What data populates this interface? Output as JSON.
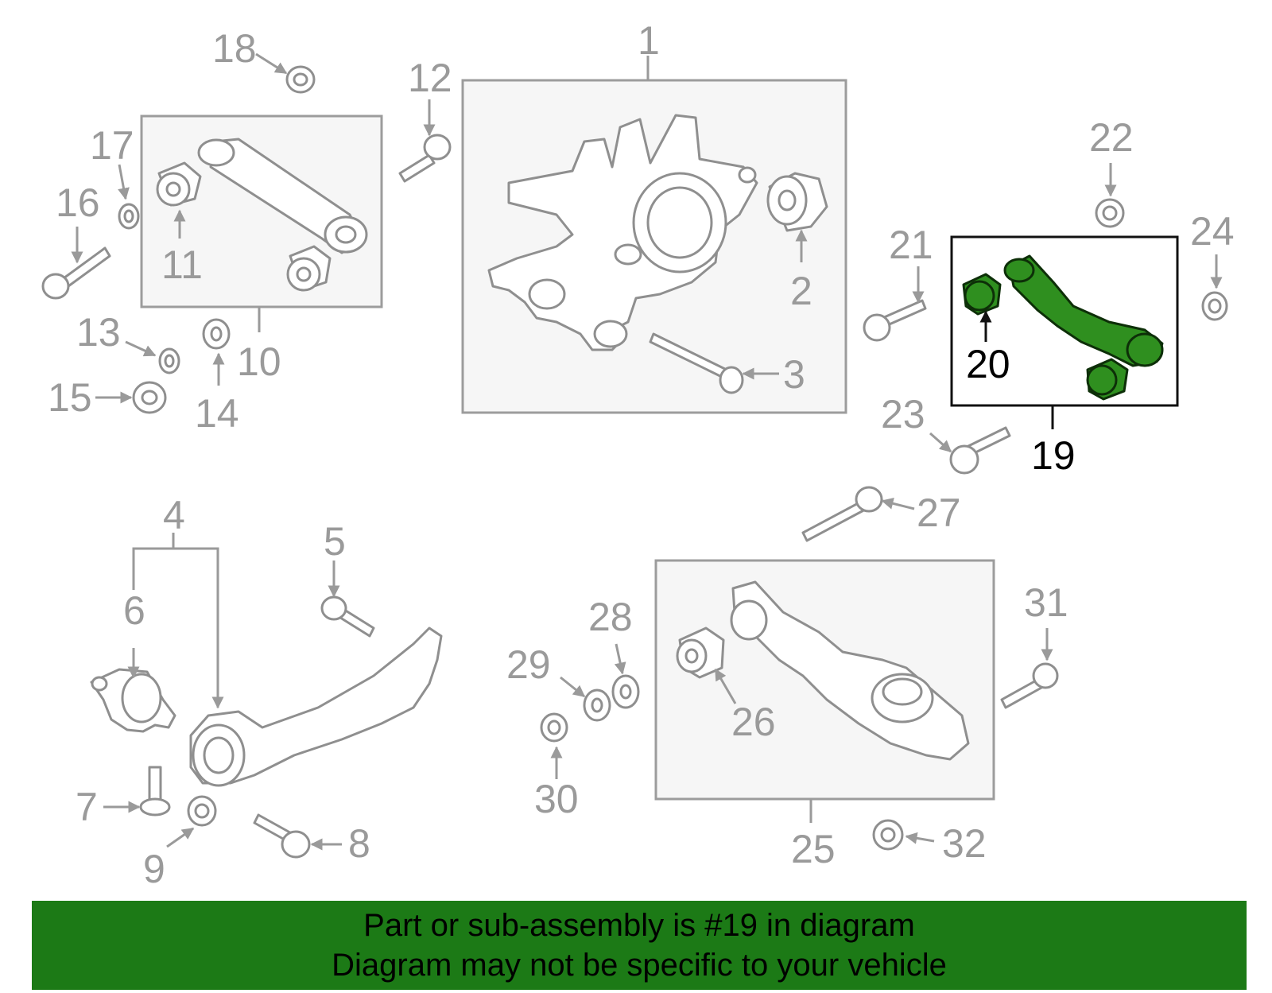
{
  "diagram": {
    "highlighted_part": "19",
    "highlight_color": "#2f8f1f",
    "callouts": [
      "1",
      "2",
      "3",
      "4",
      "5",
      "6",
      "7",
      "8",
      "9",
      "10",
      "11",
      "12",
      "13",
      "14",
      "15",
      "16",
      "17",
      "18",
      "19",
      "20",
      "21",
      "22",
      "23",
      "24",
      "25",
      "26",
      "27",
      "28",
      "29",
      "30",
      "31",
      "32"
    ]
  },
  "banner": {
    "line1": "Part or sub-assembly is #19 in diagram",
    "line2": "Diagram may not be specific to your vehicle",
    "background": "#1c7a16"
  }
}
